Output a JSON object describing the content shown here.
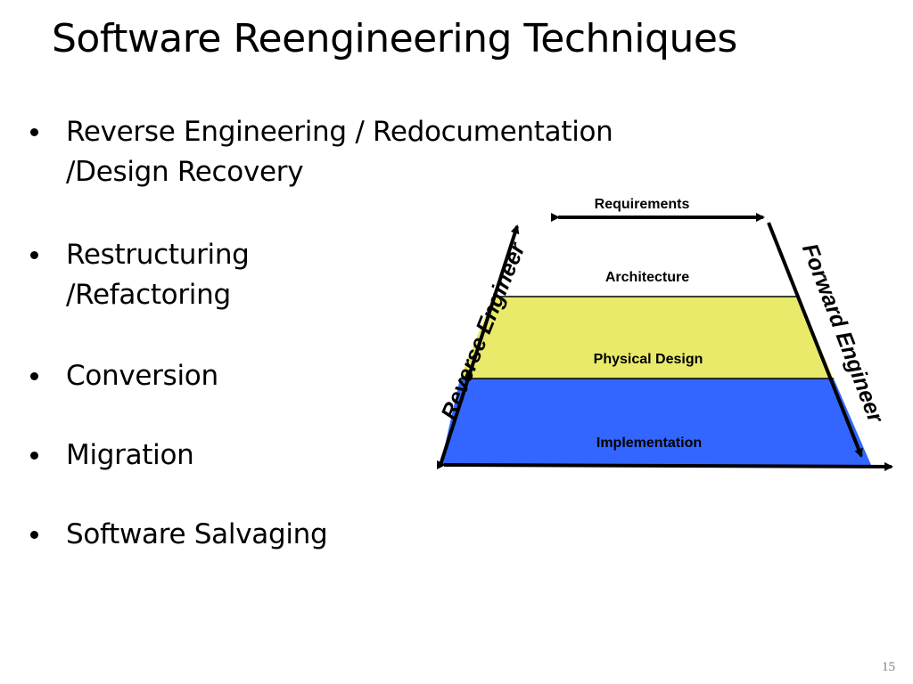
{
  "slide": {
    "title": "Software Reengineering Techniques",
    "page_number": "15"
  },
  "bullets": [
    {
      "lines": [
        "Reverse Engineering / Redocumentation",
        "/Design Recovery"
      ]
    },
    {
      "lines": [
        "Restructuring",
        "/Refactoring"
      ]
    },
    {
      "lines": [
        "Conversion"
      ]
    },
    {
      "lines": [
        "Migration"
      ]
    },
    {
      "lines": [
        "Software Salvaging"
      ]
    }
  ],
  "diagram": {
    "top_label": "Requirements",
    "layers": [
      {
        "label": "Architecture",
        "color": "#ffffff"
      },
      {
        "label": "Physical Design",
        "color": "#e9ea6a"
      },
      {
        "label": "Implementation",
        "color": "#3366ff"
      }
    ],
    "left_label": "Reverse Engineer",
    "right_label": "Forward Engineer"
  }
}
